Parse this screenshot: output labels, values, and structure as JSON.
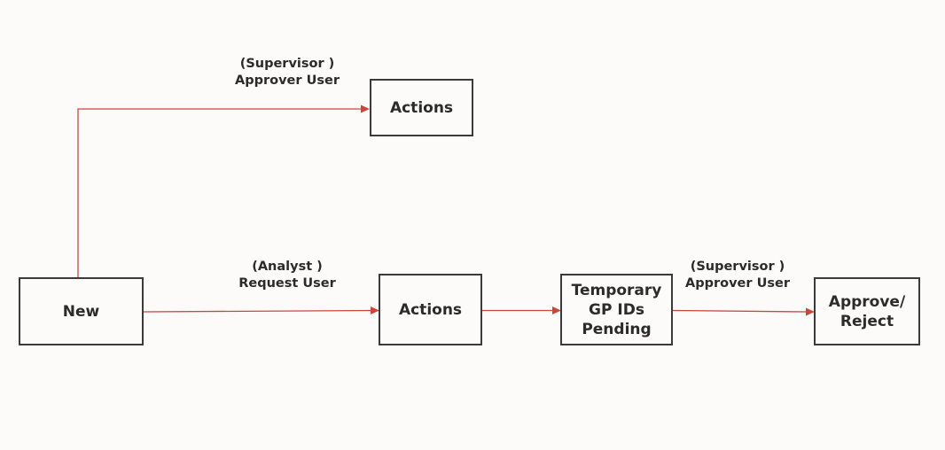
{
  "diagram": {
    "nodes": {
      "new": "New",
      "actions_top": "Actions",
      "actions_main": "Actions",
      "pending": "Temporary\nGP IDs\nPending",
      "approve_reject": "Approve/\nReject"
    },
    "edge_labels": {
      "supervisor_top": "(Supervisor )\nApprover User",
      "analyst": "(Analyst )\nRequest User",
      "supervisor_right": "(Supervisor )\nApprover User"
    },
    "colors": {
      "arrow": "#c9473c",
      "box_border": "#3a3a3a",
      "background": "#fcfbfa"
    }
  }
}
